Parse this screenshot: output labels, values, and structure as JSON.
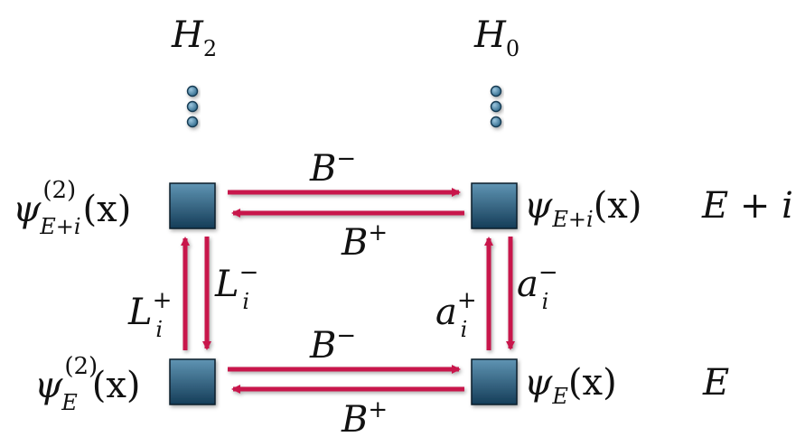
{
  "columns": {
    "left": {
      "label": "H",
      "sub": "2"
    },
    "right": {
      "label": "H",
      "sub": "0"
    }
  },
  "rows": {
    "upper": {
      "label": "E + i"
    },
    "lower": {
      "label": "E"
    }
  },
  "states": {
    "psi2_upper": {
      "sym": "ψ",
      "sup": "(2)",
      "sub": "E+i",
      "arg": "(x)"
    },
    "psi2_lower": {
      "sym": "ψ",
      "sup": "(2)",
      "sub": "E",
      "arg": "(x)"
    },
    "psi_upper": {
      "sym": "ψ",
      "sub": "E+i",
      "arg": "(x)"
    },
    "psi_lower": {
      "sym": "ψ",
      "sub": "E",
      "arg": "(x)"
    }
  },
  "operators": {
    "B_minus_upper": {
      "sym": "B",
      "sup": "−"
    },
    "B_plus_upper": {
      "sym": "B",
      "sup": "+"
    },
    "B_minus_lower": {
      "sym": "B",
      "sup": "−"
    },
    "B_plus_lower": {
      "sym": "B",
      "sup": "+"
    },
    "L_minus": {
      "sym": "L",
      "sup": "−",
      "sub": "i"
    },
    "L_plus": {
      "sym": "L",
      "sup": "+",
      "sub": "i"
    },
    "a_minus": {
      "sym": "a",
      "sup": "−",
      "sub": "i"
    },
    "a_plus": {
      "sym": "a",
      "sup": "+",
      "sub": "i"
    }
  },
  "colors": {
    "arrow": "#c8174c",
    "box_top": "#5f94b3",
    "box_bottom": "#153d58",
    "dot": "#4f87a8",
    "text": "#111111"
  }
}
